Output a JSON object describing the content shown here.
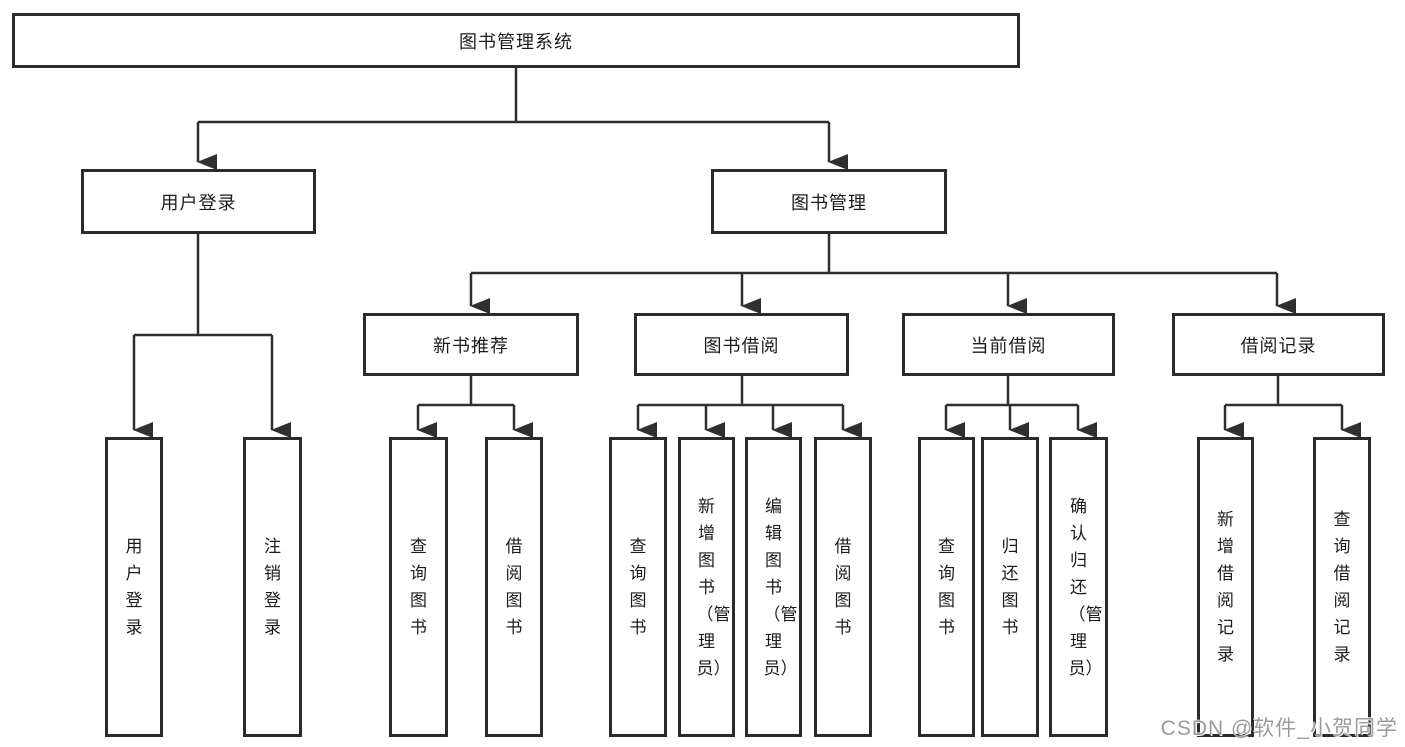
{
  "diagram": {
    "root": {
      "label": "图书管理系统"
    },
    "level2": [
      {
        "label": "用户登录"
      },
      {
        "label": "图书管理"
      }
    ],
    "level3": [
      {
        "label": "新书推荐"
      },
      {
        "label": "图书借阅"
      },
      {
        "label": "当前借阅"
      },
      {
        "label": "借阅记录"
      }
    ],
    "leaves": {
      "user_login": [
        "用户登录",
        "注销登录"
      ],
      "new_book": [
        "查询图书",
        "借阅图书"
      ],
      "book_borrow": [
        "查询图书",
        "新增图书（管理员）",
        "编辑图书（管理员）",
        "借阅图书"
      ],
      "current_borrow": [
        "查询图书",
        "归还图书",
        "确认归还（管理员）"
      ],
      "borrow_record": [
        "新增借阅记录",
        "查询借阅记录"
      ]
    }
  },
  "watermark": {
    "text": "CSDN @软件_小贺同学"
  },
  "colors": {
    "line": "#2f2f2f",
    "box_border": "#2b2b2b",
    "box_fill": "#ffffff",
    "text": "#1c1c1c",
    "watermark": "#9b9b9b",
    "background": "#ffffff"
  }
}
